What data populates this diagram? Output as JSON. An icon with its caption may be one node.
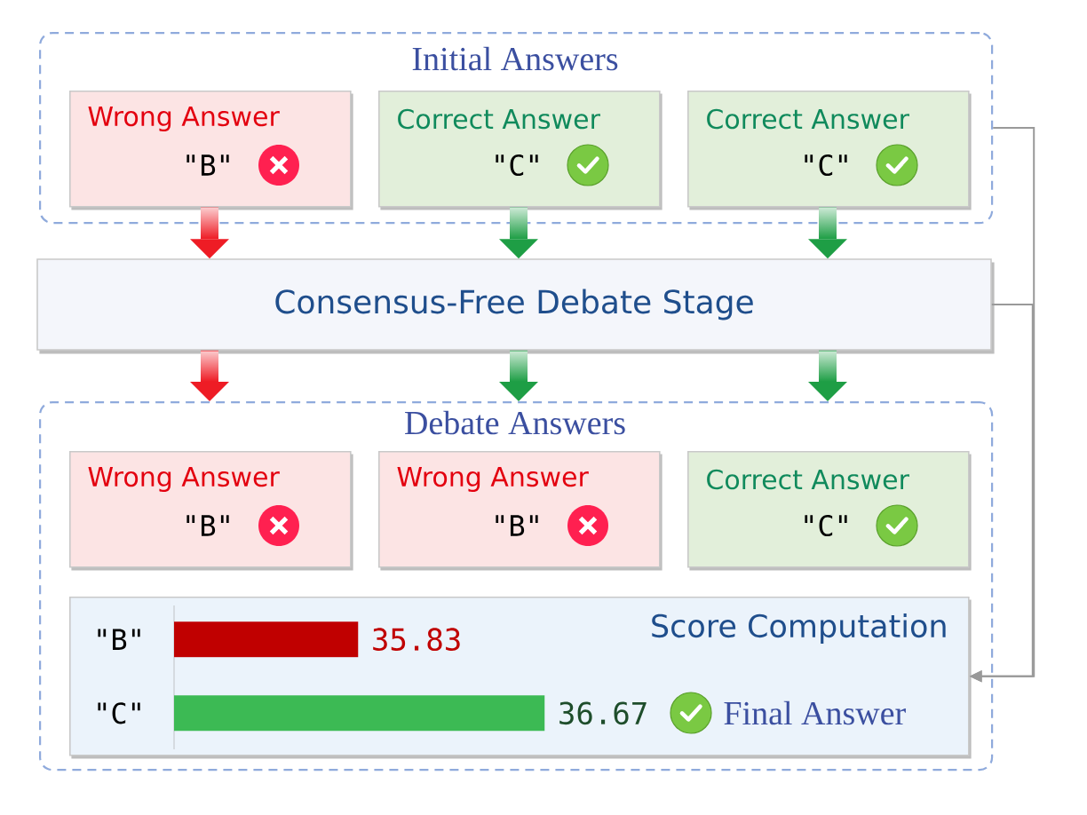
{
  "diagram": {
    "nodes": [
      {
        "text": [
          "Initial Answers"
        ]
      },
      {
        "text": [
          "Wrong Answer",
          "\"B\""
        ],
        "in": 0
      },
      {
        "text": [
          "Correct Answer",
          "\"C\""
        ],
        "in": 0
      },
      {
        "text": [
          "Correct Answer",
          "\"C\""
        ],
        "in": 0
      },
      {
        "text": [
          "Consensus-Free Debate Stage"
        ]
      },
      {
        "text": [
          "Debate Answers"
        ]
      },
      {
        "text": [
          "Wrong Answer",
          "\"B\""
        ],
        "in": 5
      },
      {
        "text": [
          "Wrong Answer",
          "\"B\""
        ],
        "in": 5
      },
      {
        "text": [
          "Correct Answer",
          "\"C\""
        ],
        "in": 5
      },
      {
        "text": [
          "Score Computation",
          "Final Answer"
        ],
        "in": 5
      }
    ],
    "edges": [
      {
        "from": 1,
        "to": 4,
        "arrow": "to",
        "color": "#ee1c25"
      },
      {
        "from": 2,
        "to": 4,
        "arrow": "to"
      },
      {
        "from": 3,
        "to": 4,
        "arrow": "to"
      },
      {
        "from": 4,
        "to": 5,
        "arrow": "to",
        "color": "#ee1c25"
      },
      {
        "from": 4,
        "to": 5,
        "arrow": "to"
      },
      {
        "from": 4,
        "to": 5,
        "arrow": "to"
      },
      {
        "from": 0,
        "to": 9,
        "arrow": "to",
        "color": "#999999"
      },
      {
        "from": 4,
        "to": 9,
        "arrow": "to",
        "color": "#999999"
      }
    ],
    "chart_data": {
      "type": "bar",
      "orientation": "horizontal",
      "categories": [
        "\"B\"",
        "\"C\""
      ],
      "series": [
        {
          "color": "#c00000",
          "values": [
            35.83,
            null
          ]
        },
        {
          "color": "#3cba54",
          "values": [
            null,
            36.67
          ]
        }
      ],
      "xlim": [
        35,
        36.67
      ],
      "data_labels": true
    }
  }
}
